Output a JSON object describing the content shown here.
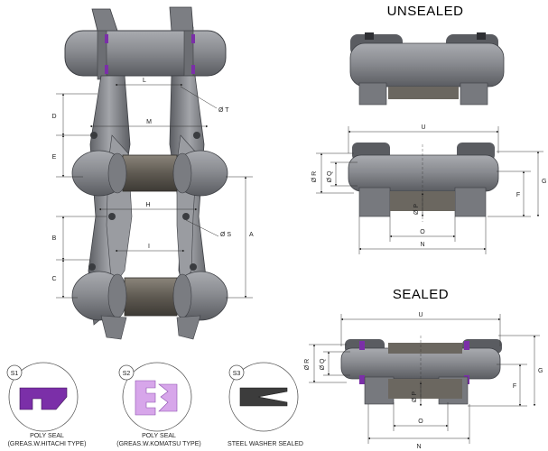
{
  "titles": {
    "unsealed": "UNSEALED",
    "sealed": "SEALED"
  },
  "colors": {
    "metal": "#8a8c91",
    "metal_dark": "#55575c",
    "metal_light": "#b9bbbf",
    "roller": "#5f5a52",
    "seal_purple": "#7b2fa8",
    "seal_pink": "#d7a6ea",
    "washer": "#3c3c3c"
  },
  "chain_dims": {
    "L": "L",
    "T": "Ø T",
    "D": "D",
    "M": "M",
    "E": "E",
    "H": "H",
    "S": "Ø S",
    "A": "A",
    "B": "B",
    "I": "I",
    "C": "C"
  },
  "unsealed_dims": {
    "U": "U",
    "R": "Ø R",
    "Q": "Ø Q",
    "P": "Ø P",
    "F": "F",
    "G": "G",
    "O": "O",
    "N": "N"
  },
  "sealed_dims": {
    "U": "U",
    "R": "Ø R",
    "Q": "Ø Q",
    "P": "Ø P",
    "F": "F",
    "G": "G",
    "O": "O",
    "N": "N"
  },
  "seal_types": [
    {
      "badge": "S1",
      "line1": "POLY SEAL",
      "line2": "(GREAS.W.HITACHI TYPE)"
    },
    {
      "badge": "S2",
      "line1": "POLY SEAL",
      "line2": "(GREAS.W.KOMATSU TYPE)"
    },
    {
      "badge": "S3",
      "line1": "STEEL WASHER SEALED",
      "line2": ""
    }
  ]
}
